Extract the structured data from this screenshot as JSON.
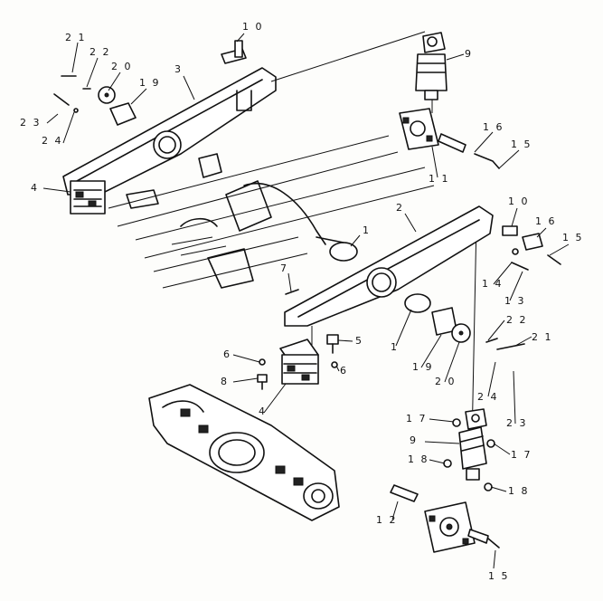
{
  "callouts": [
    "1",
    "2",
    "3",
    "4",
    "5",
    "6",
    "7",
    "8",
    "9",
    "10",
    "11",
    "12",
    "13",
    "14",
    "15",
    "16",
    "17",
    "18",
    "19",
    "20",
    "21",
    "22",
    "23",
    "24"
  ],
  "labels": {
    "l10a": "1 0",
    "l9a": "9",
    "l21a": "2 1",
    "l22a": "2 2",
    "l20a": "2 0",
    "l19a": "1 9",
    "l3": "3",
    "l23a": "2 3",
    "l24a": "2 4",
    "l16a": "1 6",
    "l15a": "1 5",
    "l11": "1 1",
    "l4a": "4",
    "l2": "2",
    "l10b": "1 0",
    "l16b": "1 6",
    "l15b": "1 5",
    "l1a": "1",
    "l14": "1 4",
    "l13": "1 3",
    "l7": "7",
    "l22b": "2 2",
    "l21b": "2 1",
    "l1b": "1",
    "l19b": "1 9",
    "l20b": "2 0",
    "l5": "5",
    "l6a": "6",
    "l6b": "6",
    "l8": "8",
    "l4b": "4",
    "l24b": "2 4",
    "l23b": "2 3",
    "l17a": "1 7",
    "l9b": "9",
    "l17b": "1 7",
    "l18a": "1 8",
    "l18b": "1 8",
    "l12": "1 2",
    "l15c": "1 5"
  }
}
